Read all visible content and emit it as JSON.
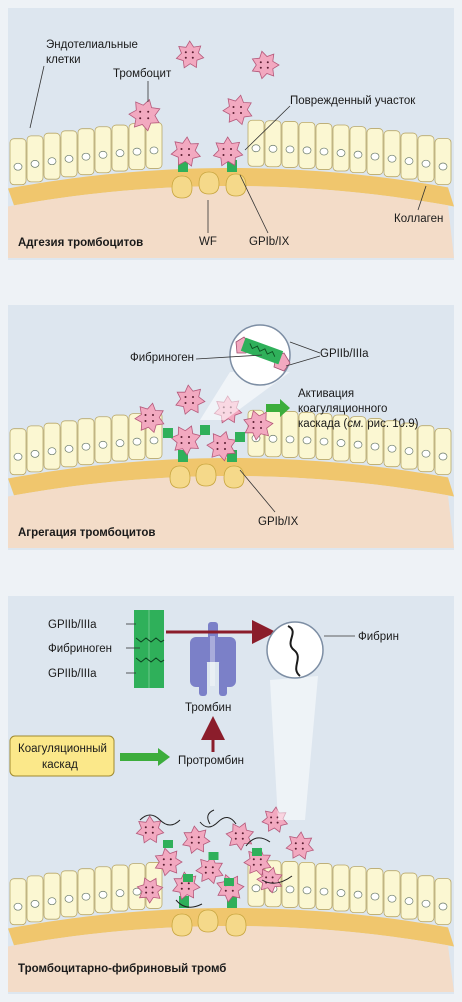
{
  "panel1": {
    "caption": "Адгезия тромбоцитов",
    "labels": {
      "endothelial_line1": "Эндотелиальные",
      "endothelial_line2": "клетки",
      "platelet": "Тромбоцит",
      "damaged_site": "Поврежденный участок",
      "collagen": "Коллаген",
      "wf": "WF",
      "gpib": "GPIb/IX"
    }
  },
  "panel2": {
    "caption": "Агрегация тромбоцитов",
    "labels": {
      "fibrinogen": "Фибриноген",
      "gpiib": "GPIIb/IIIa",
      "activation_line1": "Активация",
      "activation_line2": "коагуляционного",
      "activation_line3_a": "каскада (",
      "activation_line3_b": "см.",
      "activation_line3_c": " рис. 10.9)",
      "gpib": "GPIb/IX"
    }
  },
  "panel3": {
    "caption": "Тромбоцитарно-фибриновый тромб",
    "labels": {
      "gpiib_top": "GPIIb/IIIa",
      "fibrinogen": "Фибриноген",
      "gpiib_bottom": "GPIIb/IIIa",
      "fibrin": "Фибрин",
      "thrombin": "Тромбин",
      "prothrombin": "Протромбин",
      "cascade_line1": "Коагуляционный",
      "cascade_line2": "каскад"
    }
  },
  "colors": {
    "panel_bg": "#dde6ef",
    "cell_fill": "#fbf7d2",
    "cell_stroke": "#b9a86a",
    "collagen": "#f0c66d",
    "platelet": "#f2a9c0",
    "receptor": "#2fb05a",
    "arrow_dark": "#8b1d2b",
    "arrow_green": "#3cad3c",
    "thrombin": "#7b80c8"
  }
}
